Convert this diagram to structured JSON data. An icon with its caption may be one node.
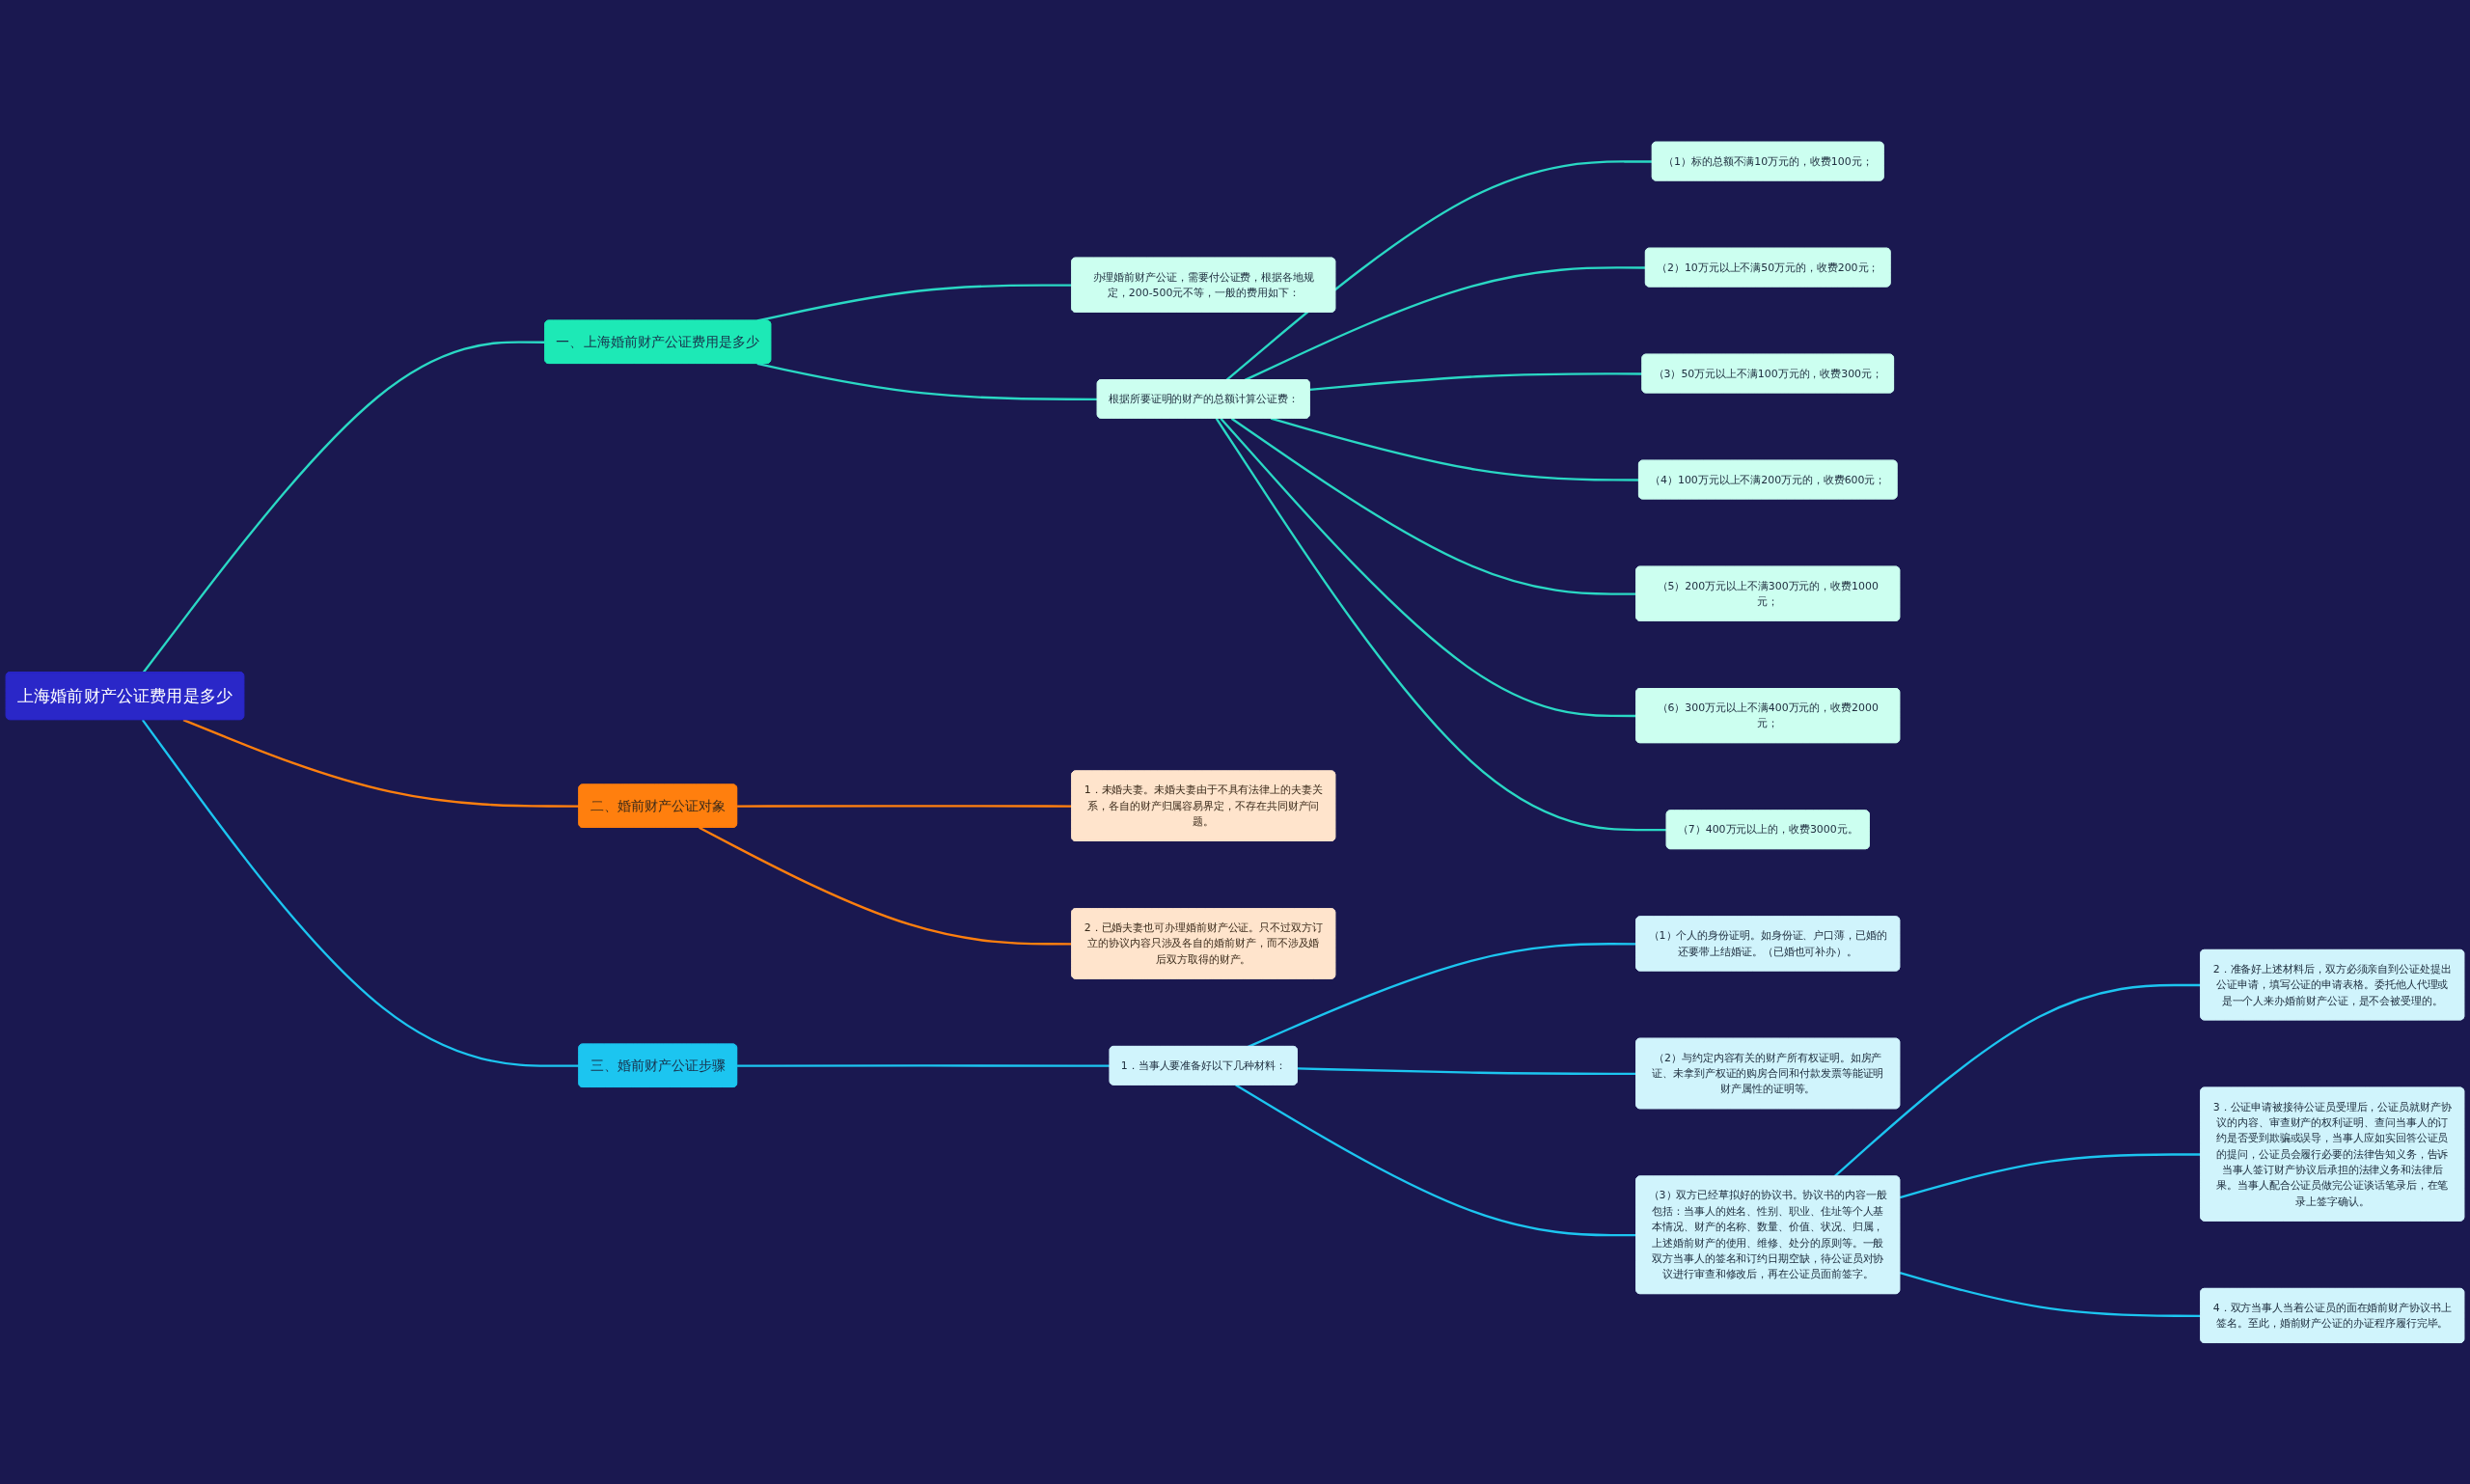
{
  "diagram": {
    "nodes": [
      {
        "text": [
          "上海婚前财产公证费用是多少"
        ]
      },
      {
        "text": [
          "一、上海婚前财产公证费用是多少"
        ]
      },
      {
        "text": [
          "办理婚前财产公证，需要付公证费，根据各地规定，200-500元不等，一般的费用如下："
        ]
      },
      {
        "text": [
          "根据所要证明的财产的总额计算公证费："
        ]
      },
      {
        "text": [
          "（1）标的总额不满10万元的，收费100元；"
        ]
      },
      {
        "text": [
          "（2）10万元以上不满50万元的，收费200元；"
        ]
      },
      {
        "text": [
          "（3）50万元以上不满100万元的，收费300元；"
        ]
      },
      {
        "text": [
          "（4）100万元以上不满200万元的，收费600元；"
        ]
      },
      {
        "text": [
          "（5）200万元以上不满300万元的，收费1000元；"
        ]
      },
      {
        "text": [
          "（6）300万元以上不满400万元的，收费2000元；"
        ]
      },
      {
        "text": [
          "（7）400万元以上的，收费3000元。"
        ]
      },
      {
        "text": [
          "二、婚前财产公证对象"
        ]
      },
      {
        "text": [
          "1．未婚夫妻。未婚夫妻由于不具有法律上的夫妻关系，各自的财产归属容易界定，不存在共同财产问题。"
        ]
      },
      {
        "text": [
          "2．已婚夫妻也可办理婚前财产公证。只不过双方订立的协议内容只涉及各自的婚前财产，而不涉及婚后双方取得的财产。"
        ]
      },
      {
        "text": [
          "三、婚前财产公证步骤"
        ]
      },
      {
        "text": [
          "1．当事人要准备好以下几种材料："
        ]
      },
      {
        "text": [
          "（1）个人的身份证明。如身份证、户口薄，已婚的还要带上结婚证。（已婚也可补办）。"
        ]
      },
      {
        "text": [
          "（2）与约定内容有关的财产所有权证明。如房产证、未拿到产权证的购房合同和付款发票等能证明财产属性的证明等。"
        ]
      },
      {
        "text": [
          "（3）双方已经草拟好的协议书。协议书的内容一般包括：当事人的姓名、性别、职业、住址等个人基本情况、财产的名称、数量、价值、状况、归属，上述婚前财产的使用、维修、处分的原则等。一般双方当事人的签名和订约日期空缺，待公证员对协议进行审查和修改后，再在公证员面前签字。"
        ]
      },
      {
        "text": [
          "2．准备好上述材料后，双方必须亲自到公证处提出公证申请，填写公证的申请表格。委托他人代理或是一个人来办婚前财产公证，是不会被受理的。"
        ]
      },
      {
        "text": [
          "3．公证申请被接待公证员受理后，公证员就财产协议的内容、审查财产的权利证明、查问当事人的订约是否受到欺骗或误导，当事人应如实回答公证员的提问，公证员会履行必要的法律告知义务，告诉当事人签订财产协议后承担的法律义务和法律后果。当事人配合公证员做完公证谈话笔录后，在笔录上签字确认。"
        ]
      },
      {
        "text": [
          "4．双方当事人当着公证员的面在婚前财产协议书上签名。至此，婚前财产公证的办证程序履行完毕。"
        ]
      }
    ],
    "edges": [
      {
        "from": 0,
        "to": 1,
        "arrow": "none"
      },
      {
        "from": 1,
        "to": 2,
        "arrow": "none"
      },
      {
        "from": 1,
        "to": 3,
        "arrow": "none"
      },
      {
        "from": 3,
        "to": 4,
        "arrow": "none"
      },
      {
        "from": 3,
        "to": 5,
        "arrow": "none"
      },
      {
        "from": 3,
        "to": 6,
        "arrow": "none"
      },
      {
        "from": 3,
        "to": 7,
        "arrow": "none"
      },
      {
        "from": 3,
        "to": 8,
        "arrow": "none"
      },
      {
        "from": 3,
        "to": 9,
        "arrow": "none"
      },
      {
        "from": 3,
        "to": 10,
        "arrow": "none"
      },
      {
        "from": 0,
        "to": 11,
        "arrow": "none",
        "color": "#ff7f0e"
      },
      {
        "from": 11,
        "to": 12,
        "arrow": "none",
        "color": "#ff7f0e"
      },
      {
        "from": 11,
        "to": 13,
        "arrow": "none",
        "color": "#ff7f0e"
      },
      {
        "from": 0,
        "to": 14,
        "arrow": "none",
        "color": "#1cc5f0"
      },
      {
        "from": 14,
        "to": 15,
        "arrow": "none",
        "color": "#1cc5f0"
      },
      {
        "from": 15,
        "to": 16,
        "arrow": "none",
        "color": "#1cc5f0"
      },
      {
        "from": 15,
        "to": 17,
        "arrow": "none",
        "color": "#1cc5f0"
      },
      {
        "from": 15,
        "to": 18,
        "arrow": "none",
        "color": "#1cc5f0"
      },
      {
        "from": 18,
        "to": 19,
        "arrow": "none",
        "color": "#1cc5f0"
      },
      {
        "from": 18,
        "to": 20,
        "arrow": "none",
        "color": "#1cc5f0"
      },
      {
        "from": 18,
        "to": 21,
        "arrow": "none",
        "color": "#1cc5f0"
      }
    ]
  }
}
